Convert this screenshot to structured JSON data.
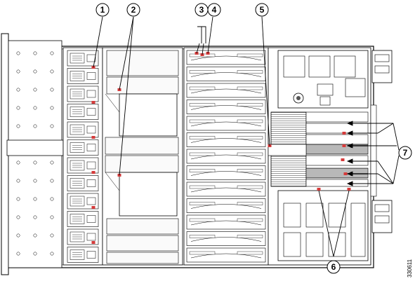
{
  "figure_id": "330611",
  "callouts": [
    {
      "id": "callout-1",
      "label": "1"
    },
    {
      "id": "callout-2",
      "label": "2"
    },
    {
      "id": "callout-3",
      "label": "3"
    },
    {
      "id": "callout-4",
      "label": "4"
    },
    {
      "id": "callout-5",
      "label": "5"
    },
    {
      "id": "callout-6",
      "label": "6"
    },
    {
      "id": "callout-7",
      "label": "7"
    }
  ],
  "colors": {
    "line": "#000000",
    "led": "#d63a3a",
    "background": "#ffffff",
    "module_fill": "#f4f4f4"
  }
}
